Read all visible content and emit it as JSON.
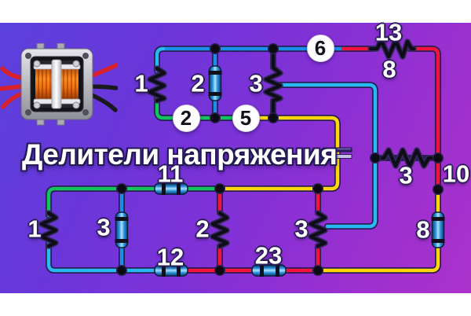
{
  "title": "Делители напряжения",
  "icons": {
    "transformer": "transformer-icon"
  },
  "nodes": [
    {
      "name": "node-circle-2",
      "label": "2"
    },
    {
      "name": "node-circle-5",
      "label": "5"
    },
    {
      "name": "node-circle-6",
      "label": "6"
    }
  ],
  "labels": [
    {
      "name": "top-resistor-1",
      "text": "1"
    },
    {
      "name": "top-component-2",
      "text": "2"
    },
    {
      "name": "top-resistor-3",
      "text": "3"
    },
    {
      "name": "series-resistor-top-value",
      "text": "13"
    },
    {
      "name": "series-resistor-bottom-value",
      "text": "8"
    },
    {
      "name": "bridge-resistor-3",
      "text": "3"
    },
    {
      "name": "right-node-10",
      "text": "10"
    },
    {
      "name": "component-11",
      "text": "11"
    },
    {
      "name": "bottom-resistor-1",
      "text": "1"
    },
    {
      "name": "bottom-component-3",
      "text": "3"
    },
    {
      "name": "bottom-resistor-2",
      "text": "2"
    },
    {
      "name": "bottom-resistor-3",
      "text": "3"
    },
    {
      "name": "right-component-8",
      "text": "8"
    },
    {
      "name": "component-12",
      "text": "12"
    },
    {
      "name": "component-23",
      "text": "23"
    }
  ],
  "colors": {
    "background_top_left": "#5a41dc",
    "background_bottom_right": "#ab32cb",
    "wire_blue": "#1b8ee8",
    "wire_cyan": "#29b8f0",
    "wire_green": "#12c35e",
    "wire_yellow": "#ffd60a",
    "wire_red": "#f5133d",
    "resistor_black": "#0f0d18",
    "component_blue": "#2f95dd"
  }
}
